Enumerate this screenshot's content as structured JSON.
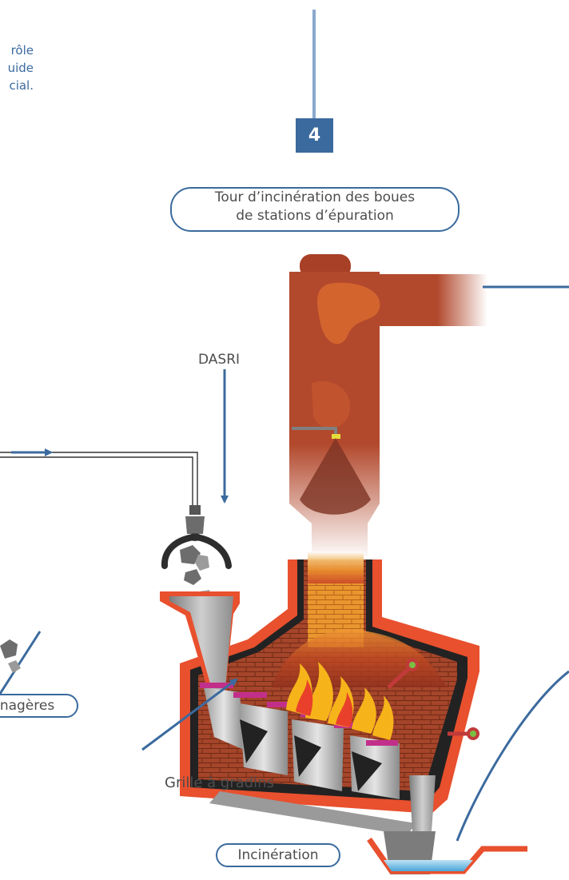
{
  "intro_text": [
    "rôle",
    "uide",
    "cial."
  ],
  "step_number": "4",
  "tower_label_line1": "Tour d’incinération des boues",
  "tower_label_line2": "de stations d’épuration",
  "dasri_label": "DASRI",
  "menageres_label": "nagères",
  "grate_label": "Grille à gradins",
  "incineration_label": "Incinération",
  "colors": {
    "accent_blue": "#3b6a9e",
    "furnace_shell": "#e8502e",
    "tower_body": "#b2492d",
    "brick": "#a5452a",
    "flame": "#f6b41a",
    "grate_pink": "#c22f8a"
  }
}
